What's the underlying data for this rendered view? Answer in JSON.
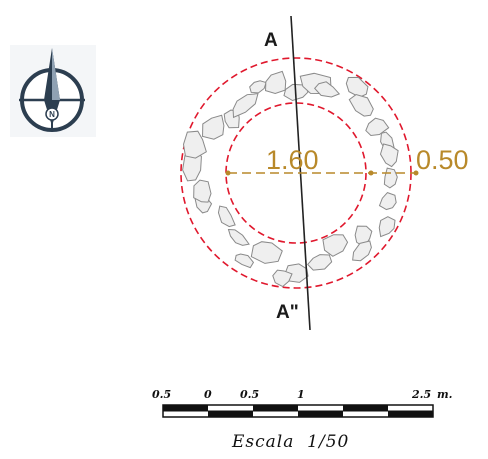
{
  "compass": {
    "north_letter": "N"
  },
  "section": {
    "top_label": "A",
    "bottom_label": "A\""
  },
  "dimensions": {
    "inner_diameter": "1.60",
    "wall_thickness": "0.50"
  },
  "scale_bar": {
    "ticks": [
      "0.5",
      "0",
      "0.5",
      "1",
      "2.5"
    ],
    "unit": "m.",
    "title": "Escala  1/50"
  },
  "colors": {
    "outline_red": "#e0182d",
    "dimension_gold": "#b8892a",
    "section_line": "#222222",
    "stone_fill": "#efefef",
    "stone_stroke": "#8a8a8a",
    "compass_body": "#2c3e50"
  }
}
